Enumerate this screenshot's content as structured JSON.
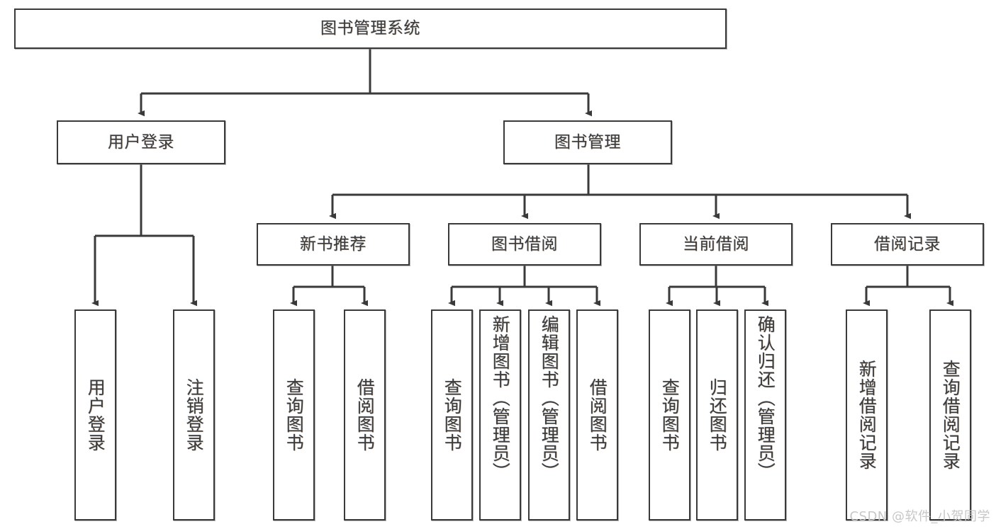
{
  "diagram": {
    "title": "图书管理系统",
    "type": "tree",
    "watermark": "CSDN @软件_小贺同学",
    "colors": {
      "stroke": "#3a3a3a",
      "text": "#3b3b3b",
      "background": "#ffffff",
      "watermark": "#c7c7c7"
    },
    "nodes": {
      "root": {
        "label": "图书管理系统"
      },
      "level2": [
        {
          "label": "用户登录"
        },
        {
          "label": "图书管理"
        }
      ],
      "level3": [
        {
          "label": "新书推荐"
        },
        {
          "label": "图书借阅"
        },
        {
          "label": "当前借阅"
        },
        {
          "label": "借阅记录"
        }
      ],
      "leaves": {
        "user_login": [
          {
            "label": "用户登录"
          },
          {
            "label": "注销登录"
          }
        ],
        "new_book_recommend": [
          {
            "label": "查询图书"
          },
          {
            "label": "借阅图书"
          }
        ],
        "book_borrow": [
          {
            "label": "查询图书"
          },
          {
            "label": "新增图书（管理员）"
          },
          {
            "label": "编辑图书（管理员）"
          },
          {
            "label": "借阅图书"
          }
        ],
        "current_borrow": [
          {
            "label": "查询图书"
          },
          {
            "label": "归还图书"
          },
          {
            "label": "确认归还（管理员）"
          }
        ],
        "borrow_record": [
          {
            "label": "新增借阅记录"
          },
          {
            "label": "查询借阅记录"
          }
        ]
      }
    }
  }
}
